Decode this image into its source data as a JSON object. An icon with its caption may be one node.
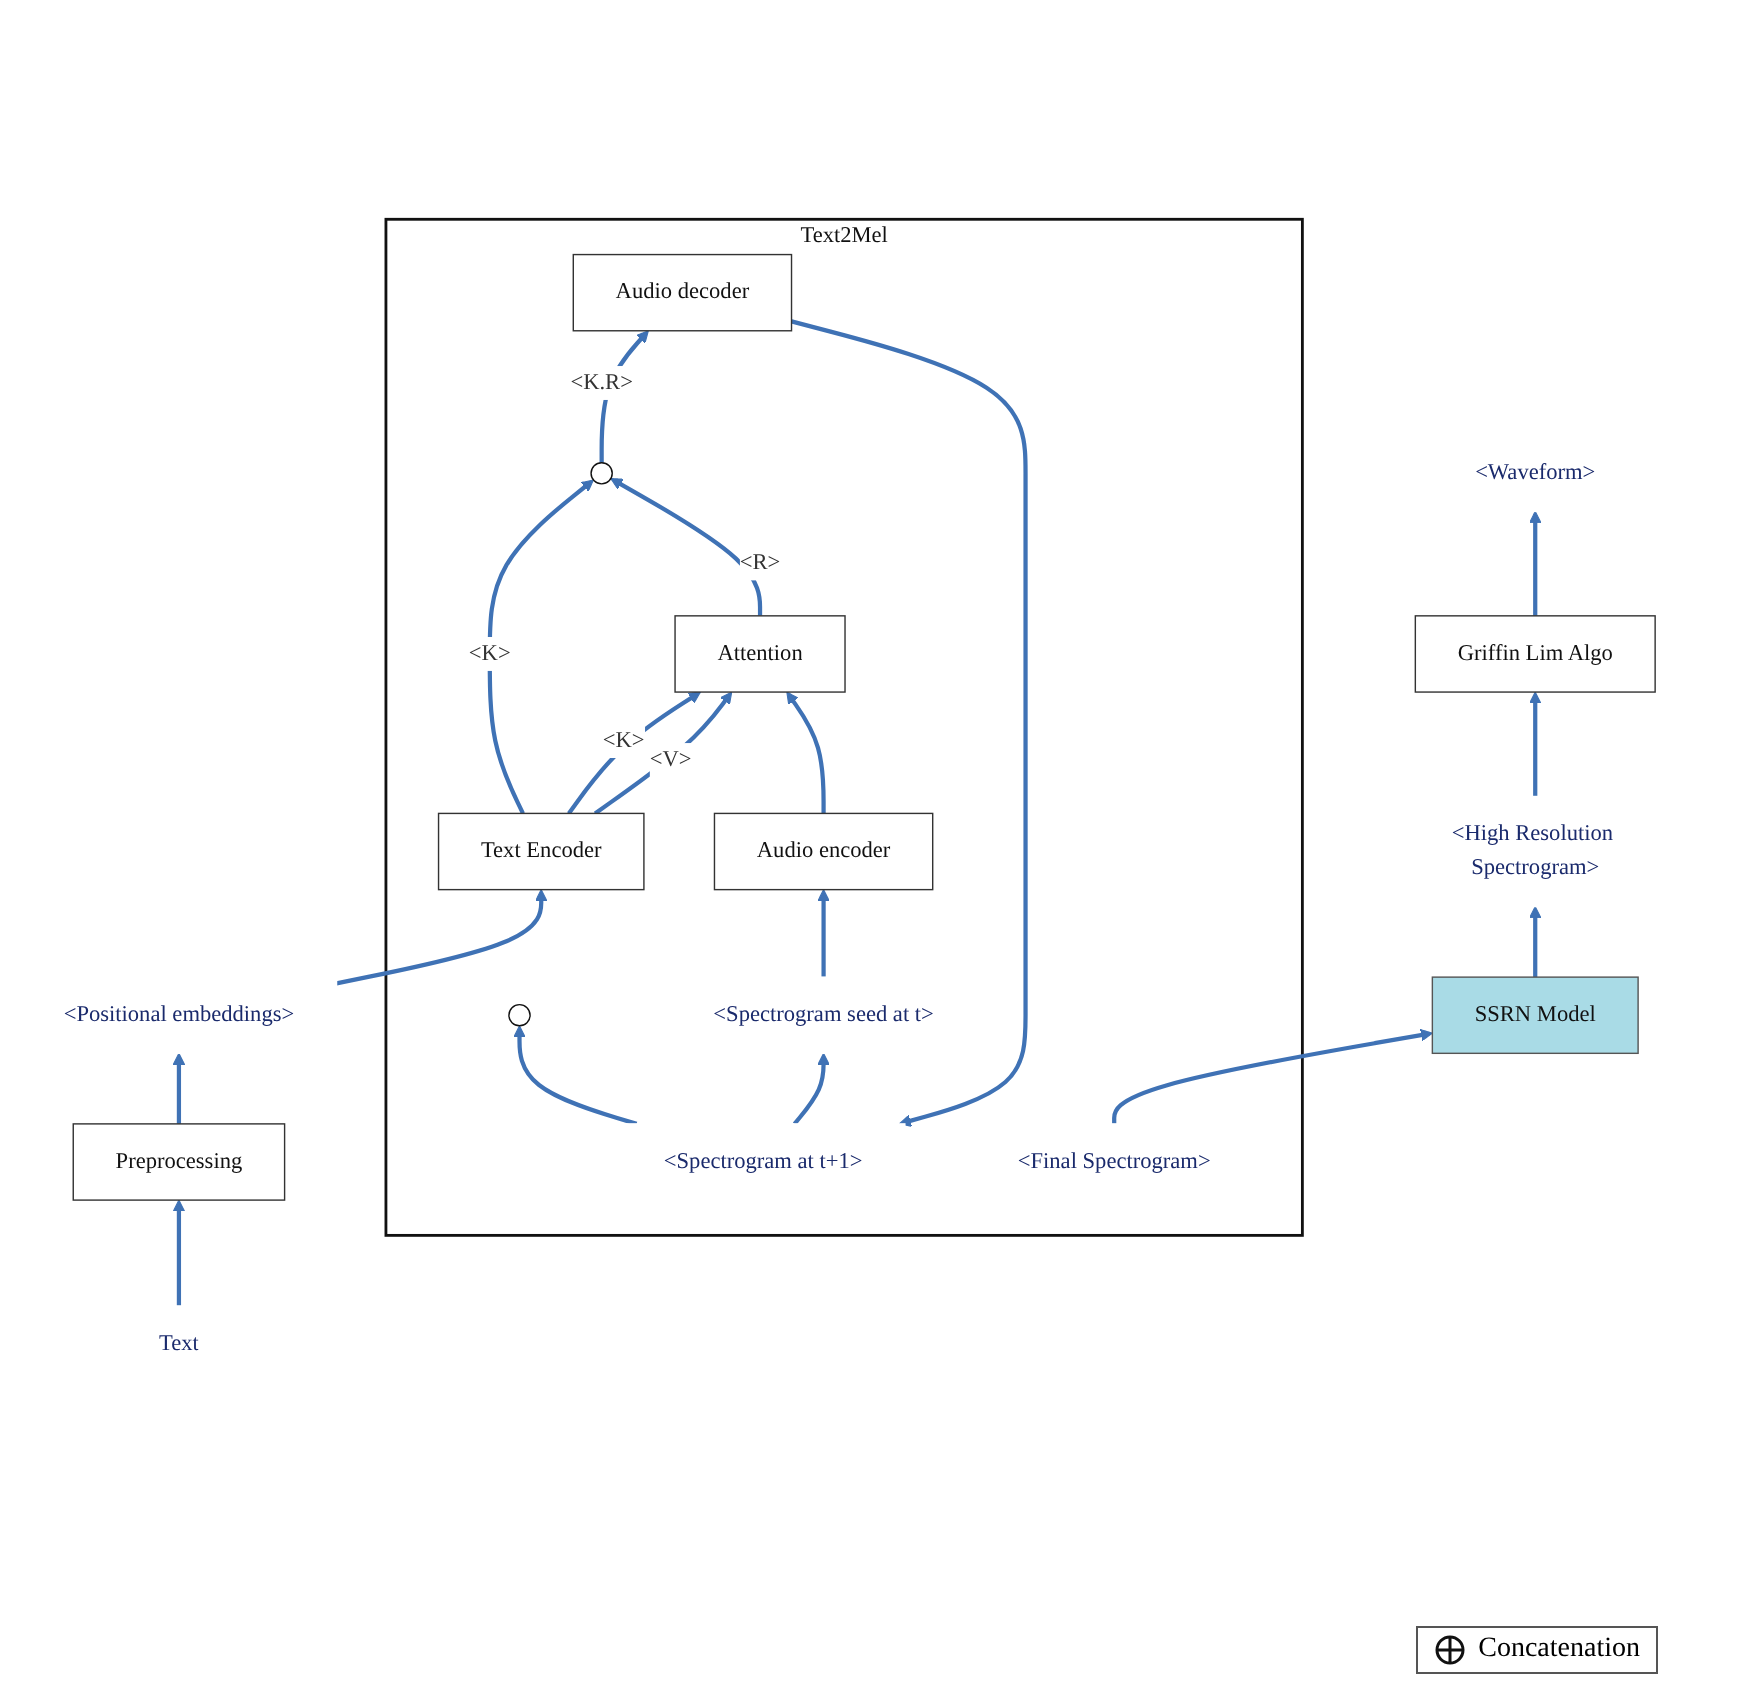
{
  "diagram": {
    "nodes": [
      {
        "text": [
          "<Waveform>"
        ]
      },
      {
        "text": [
          "Griffin Lim Algo"
        ]
      },
      {
        "text": [
          "<High Resolution Spectrogram>"
        ]
      },
      {
        "text": [
          "SSRN Model"
        ]
      },
      {
        "text": [
          "Text2Mel"
        ]
      },
      {
        "text": [
          "<Final Spectrogram>"
        ],
        "in": 4
      },
      {
        "text": [],
        "shape": "circle",
        "in": 4
      },
      {
        "text": [
          "<Spectrogram at t+1>"
        ],
        "in": 4
      },
      {
        "text": [
          "Attention"
        ],
        "in": 4
      },
      {
        "text": [],
        "shape": "circle",
        "in": 4
      },
      {
        "text": [
          "Audio decoder"
        ],
        "in": 4
      },
      {
        "text": [
          "Text Encoder"
        ],
        "in": 4
      },
      {
        "text": [
          "Audio encoder"
        ],
        "in": 4
      },
      {
        "text": [
          "<Spectrogram seed at t>"
        ],
        "in": 4
      },
      {
        "text": [
          "<Positional embeddings>"
        ]
      },
      {
        "text": [
          "Preprocessing"
        ]
      },
      {
        "text": [
          "Text"
        ]
      }
    ],
    "edges": [
      {
        "from": 1,
        "to": 0,
        "arrow": "to"
      },
      {
        "from": 2,
        "to": 1,
        "arrow": "to"
      },
      {
        "from": 3,
        "to": 2,
        "arrow": "to"
      },
      {
        "from": 5,
        "to": 3,
        "arrow": "to"
      },
      {
        "from": 7,
        "to": 6,
        "arrow": "to"
      },
      {
        "from": 10,
        "to": 7,
        "arrow": "to"
      },
      {
        "from": 11,
        "to": 9,
        "label": "<K>",
        "arrow": "to"
      },
      {
        "from": 11,
        "to": 8,
        "label": "<K>",
        "arrow": "to"
      },
      {
        "from": 11,
        "to": 8,
        "label": "<V>",
        "arrow": "to"
      },
      {
        "from": 8,
        "to": 9,
        "label": "<R>",
        "arrow": "to"
      },
      {
        "from": 9,
        "to": 10,
        "label": "<K.R>",
        "arrow": "to"
      },
      {
        "from": 12,
        "to": 8,
        "arrow": "to"
      },
      {
        "from": 13,
        "to": 12,
        "arrow": "to"
      },
      {
        "from": 7,
        "to": 13,
        "arrow": "to"
      },
      {
        "from": 14,
        "to": 11,
        "arrow": "to"
      },
      {
        "from": 15,
        "to": 14,
        "arrow": "to"
      },
      {
        "from": 16,
        "to": 15,
        "arrow": "to"
      }
    ],
    "legend": [
      {
        "text": "Concatenation"
      }
    ]
  }
}
